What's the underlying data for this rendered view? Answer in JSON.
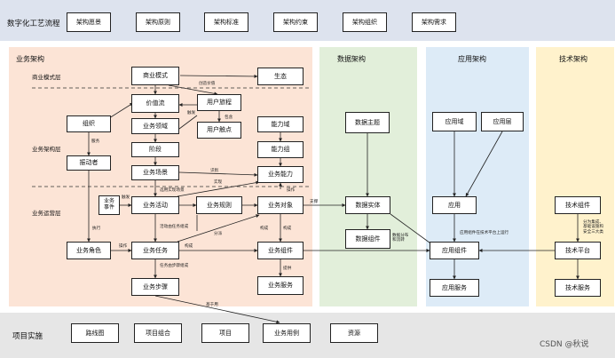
{
  "top": {
    "title": "数字化工艺流程",
    "items": [
      "架构愿景",
      "架构原则",
      "架构标准",
      "架构约束",
      "架构组织",
      "架构需求"
    ]
  },
  "business": {
    "title": "业务架构",
    "layers": [
      "商业模式层",
      "业务架构层",
      "业务运营层"
    ],
    "nodes": {
      "biz_model": "商业模式",
      "ecology": "生态",
      "value_stream": "价值流",
      "user_journey": "用户旅程",
      "org": "组织",
      "biz_domain": "业务领域",
      "touchpoint": "用户触点",
      "capability_domain": "能力域",
      "stage": "阶段",
      "capability_group": "能力组",
      "driver": "振动者",
      "scenario": "业务场景",
      "biz_capability": "业务能力",
      "biz_event": "业务\n事件",
      "biz_activity": "业务活动",
      "biz_rule": "业务规则",
      "biz_object": "业务对象",
      "biz_role": "业务角色",
      "biz_task": "业务任务",
      "biz_component": "业务组件",
      "biz_step": "业务步骤",
      "biz_service": "业务服务"
    }
  },
  "data_arch": {
    "title": "数据架构",
    "nodes": {
      "topic": "数据主题",
      "entity": "数据实体",
      "component": "数据组件"
    }
  },
  "app_arch": {
    "title": "应用架构",
    "nodes": {
      "app_domain": "应用域",
      "app_layer": "应用层",
      "app": "应用",
      "app_component": "应用组件",
      "app_service": "应用服务"
    }
  },
  "tech_arch": {
    "title": "技术架构",
    "nodes": {
      "tech_component": "技术组件",
      "tech_platform": "技术平台",
      "tech_service": "技术服务"
    }
  },
  "bottom": {
    "title": "项目实施",
    "items": [
      "路线图",
      "项目组合",
      "项目",
      "业务用例",
      "资源"
    ]
  },
  "edge_labels": {
    "create_value": "创造价值",
    "trigger1": "触发",
    "include": "包含",
    "serve": "服务",
    "identify": "识别",
    "implement": "实现",
    "operate": "操作",
    "trigger2": "触发",
    "contains_scene": "选用实现场景",
    "activity_task": "活动由任务组成",
    "assign": "分派",
    "execute": "执行",
    "operate2": "操作",
    "compose1": "构成",
    "compose2": "构成",
    "compose3": "构成",
    "provide": "提供",
    "task_steps": "任务由步骤组成",
    "support": "支撑",
    "data_dist": "数据分布\n和流转",
    "app_run": "应用组件在技术平台上运行",
    "tech_note": "分为集成、\n基础设施和\n安全三大类",
    "based_on": "基于用"
  },
  "watermark": "CSDN @秋说",
  "colors": {
    "top_band": "#dde3ee",
    "bottom_band": "#e6e6e6",
    "business": "#fce4d6",
    "data": "#e2efda",
    "app": "#ddebf7",
    "tech": "#fff2cc"
  }
}
